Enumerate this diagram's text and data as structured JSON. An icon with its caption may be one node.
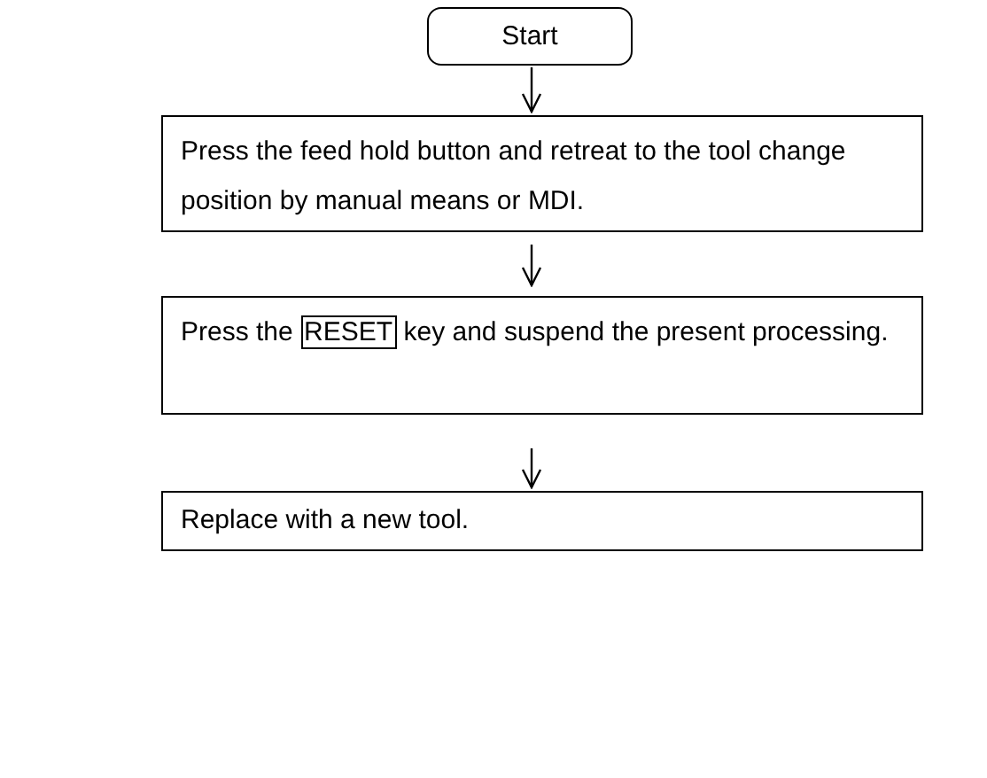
{
  "diagram": {
    "nodes": [
      {
        "text": [
          "Start"
        ]
      },
      {
        "text": [
          "Press the feed hold button and retreat to the tool change position by manual means or MDI."
        ]
      },
      {
        "text": [
          "Press the",
          "RESET",
          "key and suspend the present processing."
        ]
      },
      {
        "text": [
          "Replace with a new tool."
        ]
      }
    ],
    "edges": [
      {
        "from": 0,
        "to": 1,
        "arrow": "to"
      },
      {
        "from": 1,
        "to": 2,
        "arrow": "to"
      },
      {
        "from": 2,
        "to": 3,
        "arrow": "to"
      }
    ]
  }
}
